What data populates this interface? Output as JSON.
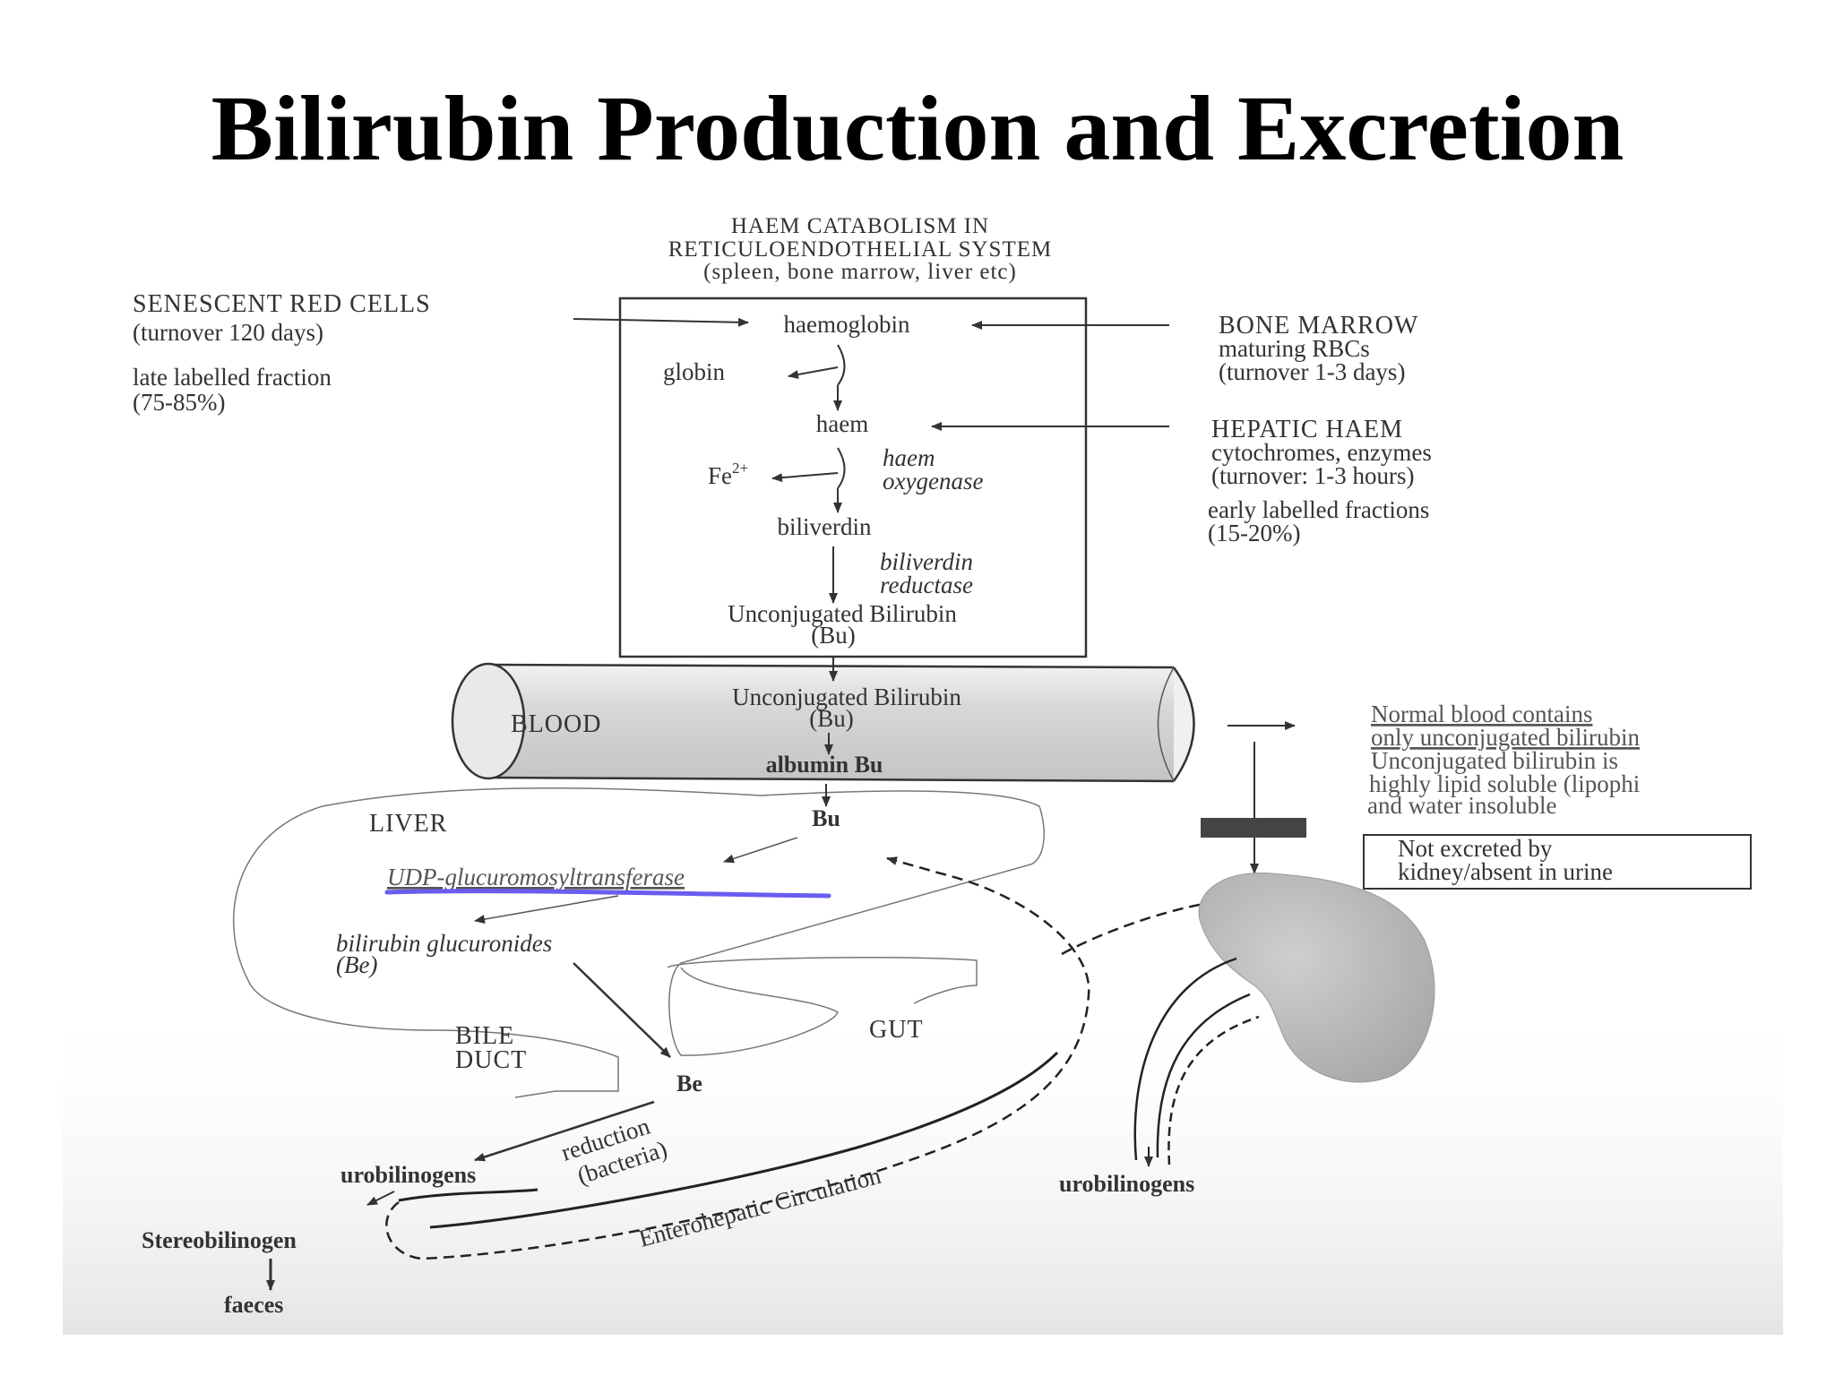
{
  "title": "Bilirubin Production and Excretion",
  "header": {
    "line1": "HAEM CATABOLISM IN",
    "line2": "RETICULOENDOTHELIAL SYSTEM",
    "line3": "(spleen, bone marrow, liver etc)"
  },
  "left_sources": {
    "senescent_title": "SENESCENT RED CELLS",
    "senescent_turnover": "(turnover 120 days)",
    "late_label": "late labelled fraction",
    "late_pct": "(75-85%)"
  },
  "right_sources": {
    "bone_marrow_title": "BONE MARROW",
    "bone_marrow_desc": "maturing RBCs",
    "bone_marrow_turnover": "(turnover 1-3 days)",
    "hepatic_title": "HEPATIC HAEM",
    "hepatic_desc": "cytochromes, enzymes",
    "hepatic_turnover": "(turnover: 1-3 hours)",
    "early_label": "early labelled fractions",
    "early_pct": "(15-20%)"
  },
  "box": {
    "haemoglobin": "haemoglobin",
    "globin": "globin",
    "haem": "haem",
    "fe": "Fe",
    "fe_sup": "2+",
    "haem_oxygenase_1": "haem",
    "haem_oxygenase_2": "oxygenase",
    "biliverdin": "biliverdin",
    "biliverdin_reductase_1": "biliverdin",
    "biliverdin_reductase_2": "reductase",
    "unconj_1": "Unconjugated Bilirubin",
    "unconj_2": "(Bu)"
  },
  "blood": {
    "label": "BLOOD",
    "unconj_1": "Unconjugated Bilirubin",
    "unconj_2": "(Bu)",
    "albumin": "albumin Bu"
  },
  "note": {
    "line1": "Normal blood contains",
    "line2": "only unconjugated bilirubin",
    "line3": "Unconjugated bilirubin is",
    "line4": "highly lipid soluble (lipophi",
    "line5": "and water insoluble",
    "box_line1": "Not excreted by",
    "box_line2": "kidney/absent in urine"
  },
  "liver": {
    "label": "LIVER",
    "bu": "Bu",
    "enzyme": "UDP-glucuromosyltransferase",
    "glucuronides_1": "bilirubin glucuronides",
    "glucuronides_2": "(Be)"
  },
  "gut": {
    "bile_duct_1": "BILE",
    "bile_duct_2": "DUCT",
    "gut_label": "GUT",
    "be": "Be",
    "reduction_1": "reduction",
    "reduction_2": "(bacteria)",
    "urobilinogens": "urobilinogens",
    "stereobilinogen": "Stereobilinogen",
    "faeces": "faeces",
    "enterohepatic": "Enterohepatic Circulation"
  },
  "kidney": {
    "urobilinogens": "urobilinogens"
  },
  "colors": {
    "ink": "#333333",
    "highlight": "#6a5cf0",
    "tube_fill": "#d6d6d6",
    "kidney_fill": "#bdbdbd",
    "block": "#444444"
  }
}
